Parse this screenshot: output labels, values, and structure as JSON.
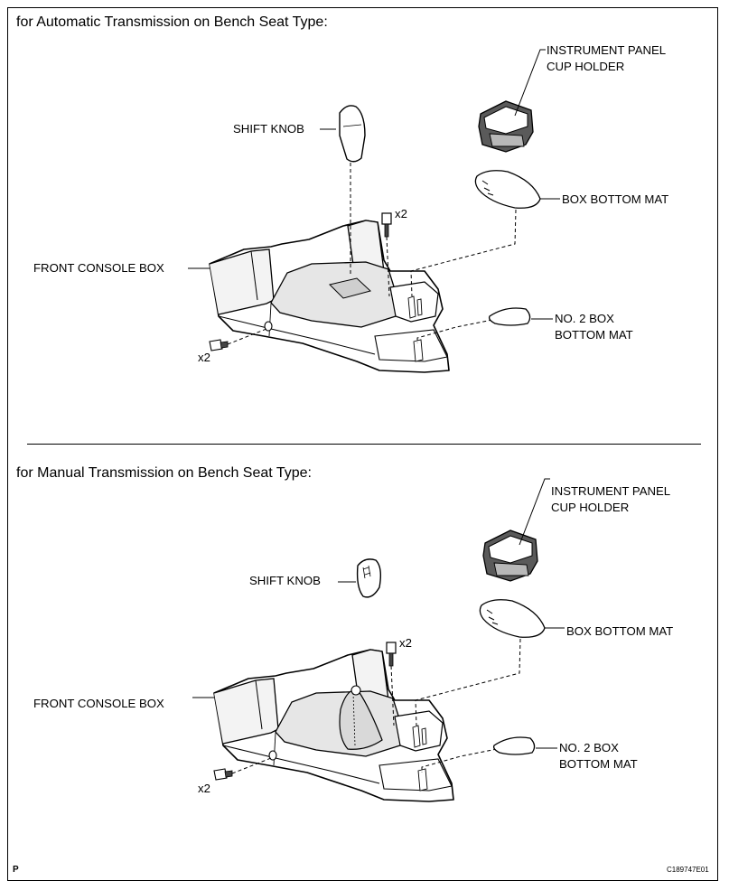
{
  "figure_code": "C189747E01",
  "corner_mark": "P",
  "sections": [
    {
      "title": "for Automatic Transmission on Bench Seat Type:",
      "labels": {
        "shift_knob": "SHIFT KNOB",
        "front_console_box": "FRONT CONSOLE BOX",
        "instrument_panel_cup_holder_line1": "INSTRUMENT PANEL",
        "instrument_panel_cup_holder_line2": "CUP HOLDER",
        "box_bottom_mat": "BOX BOTTOM MAT",
        "no2_box_bottom_mat_line1": "NO. 2 BOX",
        "no2_box_bottom_mat_line2": "BOTTOM MAT",
        "screw_qty_top": "x2",
        "screw_qty_side": "x2"
      }
    },
    {
      "title": "for Manual Transmission on Bench Seat Type:",
      "labels": {
        "shift_knob": "SHIFT KNOB",
        "front_console_box": "FRONT CONSOLE BOX",
        "instrument_panel_cup_holder_line1": "INSTRUMENT PANEL",
        "instrument_panel_cup_holder_line2": "CUP HOLDER",
        "box_bottom_mat": "BOX BOTTOM MAT",
        "no2_box_bottom_mat_line1": "NO. 2 BOX",
        "no2_box_bottom_mat_line2": "BOTTOM MAT",
        "screw_qty_top": "x2",
        "screw_qty_side": "x2"
      }
    }
  ]
}
